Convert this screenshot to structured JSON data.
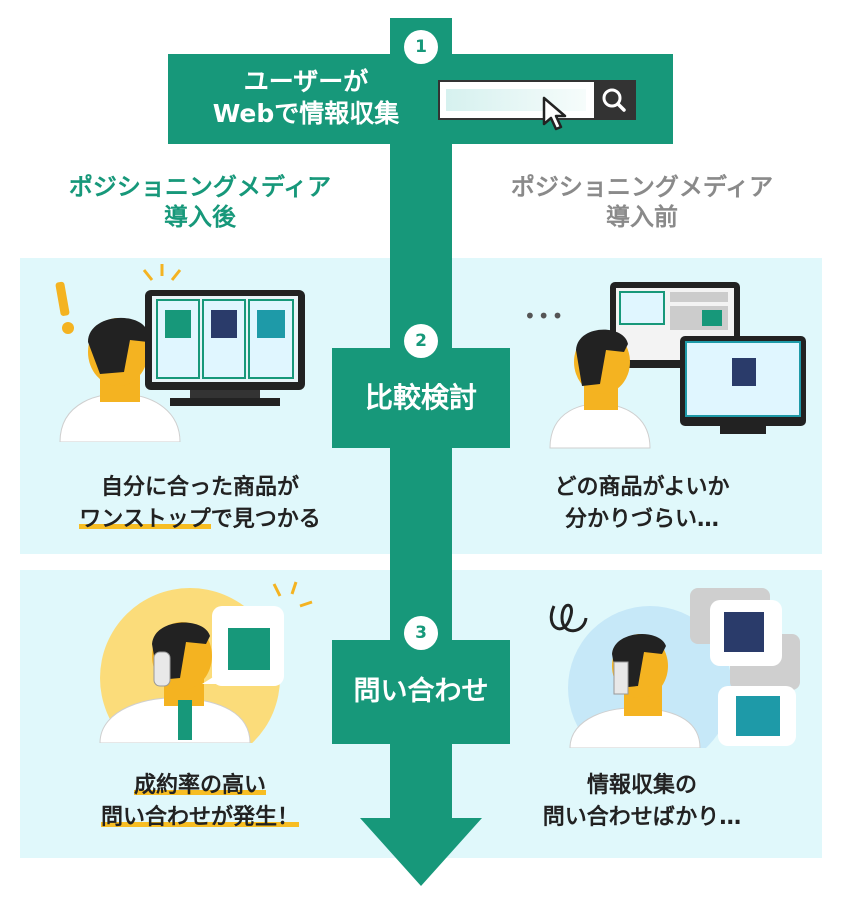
{
  "step1": {
    "number": "1",
    "title_line1": "ユーザーが",
    "title_line2": "Webで情報収集"
  },
  "step2": {
    "number": "2",
    "title": "比較検討"
  },
  "step3": {
    "number": "3",
    "title": "問い合わせ"
  },
  "after": {
    "heading_line1": "ポジショニングメディア",
    "heading_line2": "導入後",
    "caption1_line1": "自分に合った商品が",
    "caption1_line2_highlight": "ワンストップ",
    "caption1_line2_rest": "で見つかる",
    "caption2_line1_highlight": "成約率の高い",
    "caption2_line2_highlight": "問い合わせが発生！"
  },
  "before": {
    "heading_line1": "ポジショニングメディア",
    "heading_line2": "導入前",
    "caption1_line1": "どの商品がよいか",
    "caption1_line2": "分かりづらい…",
    "caption2_line1": "情報収集の",
    "caption2_line2": "問い合わせばかり…",
    "ellipsis": "•••"
  },
  "colors": {
    "green": "#17987a",
    "panel": "#e0f8fb",
    "gray": "#8a8a8a",
    "accent": "#f7bd23"
  }
}
